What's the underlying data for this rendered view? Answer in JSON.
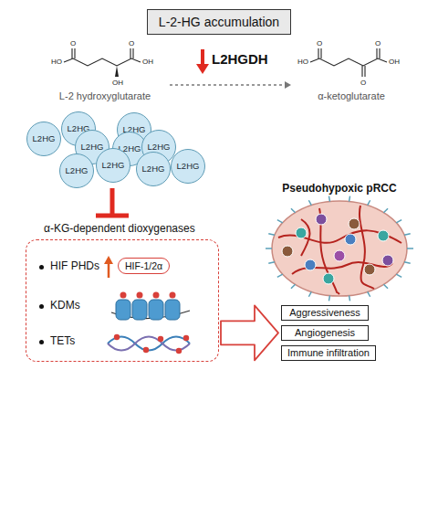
{
  "diagram": {
    "nodes": [
      {
        "text": [
          "L-2-HG accumulation"
        ]
      },
      {
        "text": [
          "L2HG"
        ]
      },
      {
        "text": [
          "L2HG"
        ]
      },
      {
        "text": [
          "L2HG"
        ]
      },
      {
        "text": [
          "L2HG"
        ]
      },
      {
        "text": [
          "L2HG"
        ]
      },
      {
        "text": [
          "L2HG"
        ]
      },
      {
        "text": [
          "L2HG"
        ]
      },
      {
        "text": [
          "L2HG"
        ]
      },
      {
        "text": [
          "L2HG"
        ]
      },
      {
        "text": [
          "L2HG"
        ]
      },
      {
        "text": [
          "HIF PHDs",
          "KDMs",
          "TETs"
        ]
      },
      {
        "text": [
          "HIF-1/2α"
        ],
        "in": 11
      },
      {
        "text": [
          "Aggressiveness"
        ]
      },
      {
        "text": [
          "Angiogenesis"
        ]
      },
      {
        "text": [
          "Immune infiltration"
        ]
      }
    ],
    "edges": [
      {
        "from": 11,
        "to": 14,
        "arrow": "to"
      }
    ],
    "labels": [
      "L-2 hydroxyglutarate",
      "α-ketoglutarate",
      "L2HGDH",
      "α-KG-dependent dioxygenases",
      "Pseudohypoxic pRCC",
      "HO",
      "O",
      "OH",
      "O",
      "OH",
      "HO",
      "O",
      "O",
      "O",
      "OH"
    ]
  }
}
